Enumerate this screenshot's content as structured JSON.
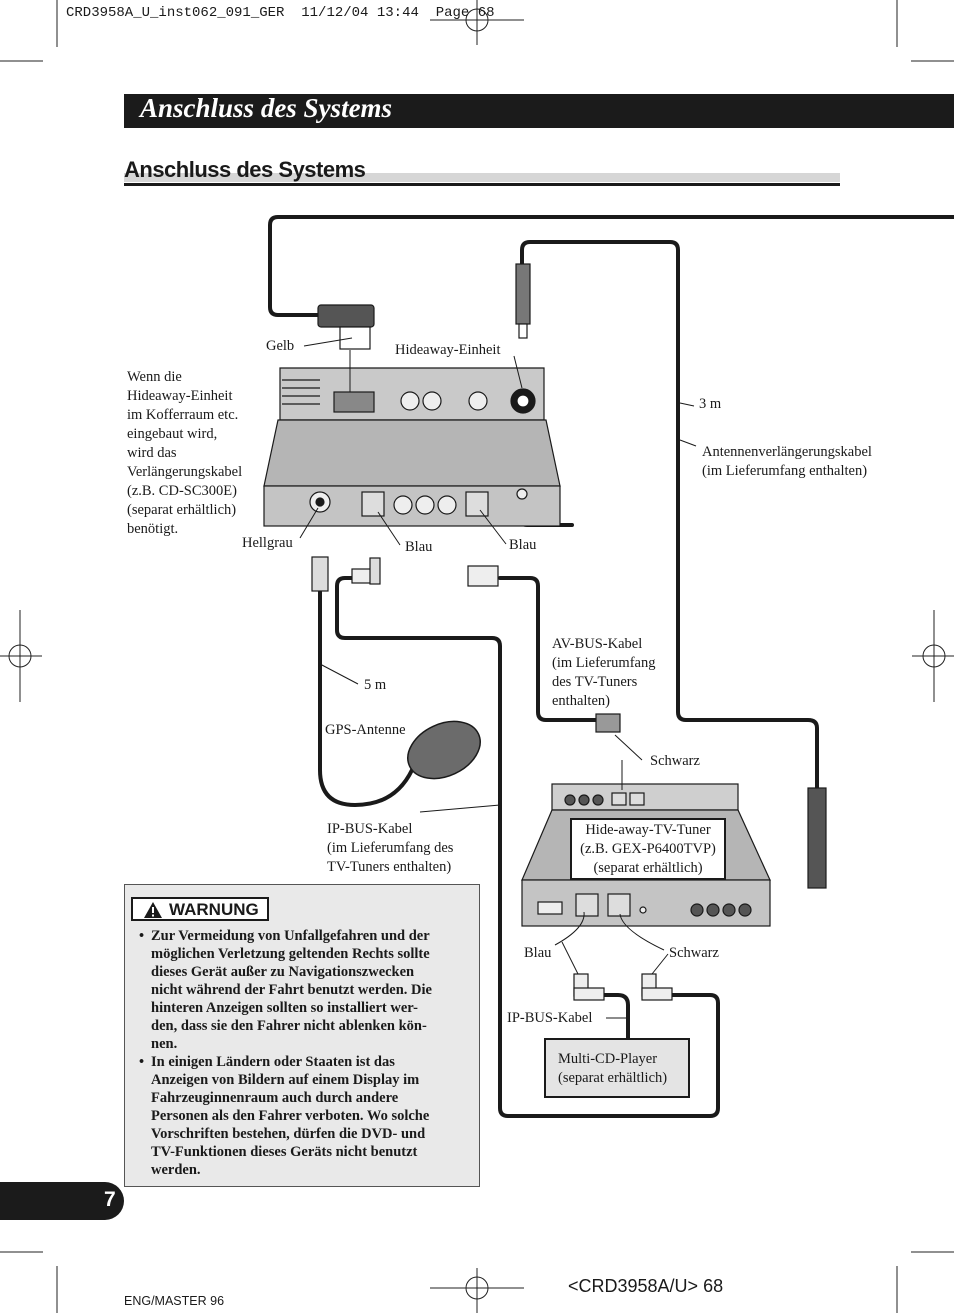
{
  "header": {
    "slug": "CRD3958A_U_inst062_091_GER",
    "date": "11/12/04",
    "time": "13:44",
    "page_word": "Page",
    "page_num": "68"
  },
  "banner_title": "Anschluss des Systems",
  "section_title": "Anschluss des Systems",
  "diagram": {
    "gelb": "Gelb",
    "hideaway_einheit": "Hideaway-Einheit",
    "note_lines": [
      "Wenn die",
      "Hideaway-Einheit",
      "im Kofferraum etc.",
      "eingebaut wird,",
      "wird das",
      "Verlängerungskabel",
      "(z.B. CD-SC300E)",
      "(separat erhältlich)",
      "benötigt."
    ],
    "three_m": "3 m",
    "antenna_ext": [
      "Antennenverlängerungskabel",
      "(im Lieferumfang enthalten)"
    ],
    "hellgrau": "Hellgrau",
    "blau_1": "Blau",
    "blau_2": "Blau",
    "avbus": [
      "AV-BUS-Kabel",
      "(im Lieferumfang",
      "des TV-Tuners",
      "enthalten)"
    ],
    "five_m": "5 m",
    "gps": "GPS-Antenne",
    "schwarz_1": "Schwarz",
    "ipbus_1": [
      "IP-BUS-Kabel",
      "(im Lieferumfang des",
      "TV-Tuners enthalten)"
    ],
    "tuner_box": [
      "Hide-away-TV-Tuner",
      "(z.B. GEX-P6400TVP)",
      "(separat erhältlich)"
    ],
    "blau_3": "Blau",
    "schwarz_2": "Schwarz",
    "ipbus_2": "IP-BUS-Kabel",
    "cd_box": [
      "Multi-CD-Player",
      "(separat erhältlich)"
    ]
  },
  "warning": {
    "heading": "WARNUNG",
    "items": [
      [
        "Zur Vermeidung von Unfallgefahren und der",
        "möglichen Verletzung geltenden Rechts sollte",
        "dieses Gerät außer zu Navigationszwecken",
        "nicht während der Fahrt benutzt werden. Die",
        "hinteren Anzeigen sollten so installiert wer-",
        "den, dass sie den Fahrer nicht ablenken kön-",
        "nen."
      ],
      [
        "In einigen Ländern oder Staaten ist das",
        "Anzeigen von Bildern auf einem Display im",
        "Fahrzeuginnenraum auch durch andere",
        "Personen als den Fahrer verboten. Wo solche",
        "Vorschriften bestehen, dürfen die DVD- und",
        "TV-Funktionen dieses Geräts nicht benutzt",
        "werden."
      ]
    ]
  },
  "page_number": "7",
  "footer": {
    "left": "ENG/MASTER 96",
    "right": "<CRD3958A/U> 68"
  },
  "icons": [
    "warning-triangle-icon",
    "registration-mark-icon"
  ],
  "colors": {
    "banner": "#1b1b1b",
    "section_bar": "#d6d6d6",
    "warn_bg": "#e9e9e9",
    "device_grey": "#b5b5b5"
  }
}
